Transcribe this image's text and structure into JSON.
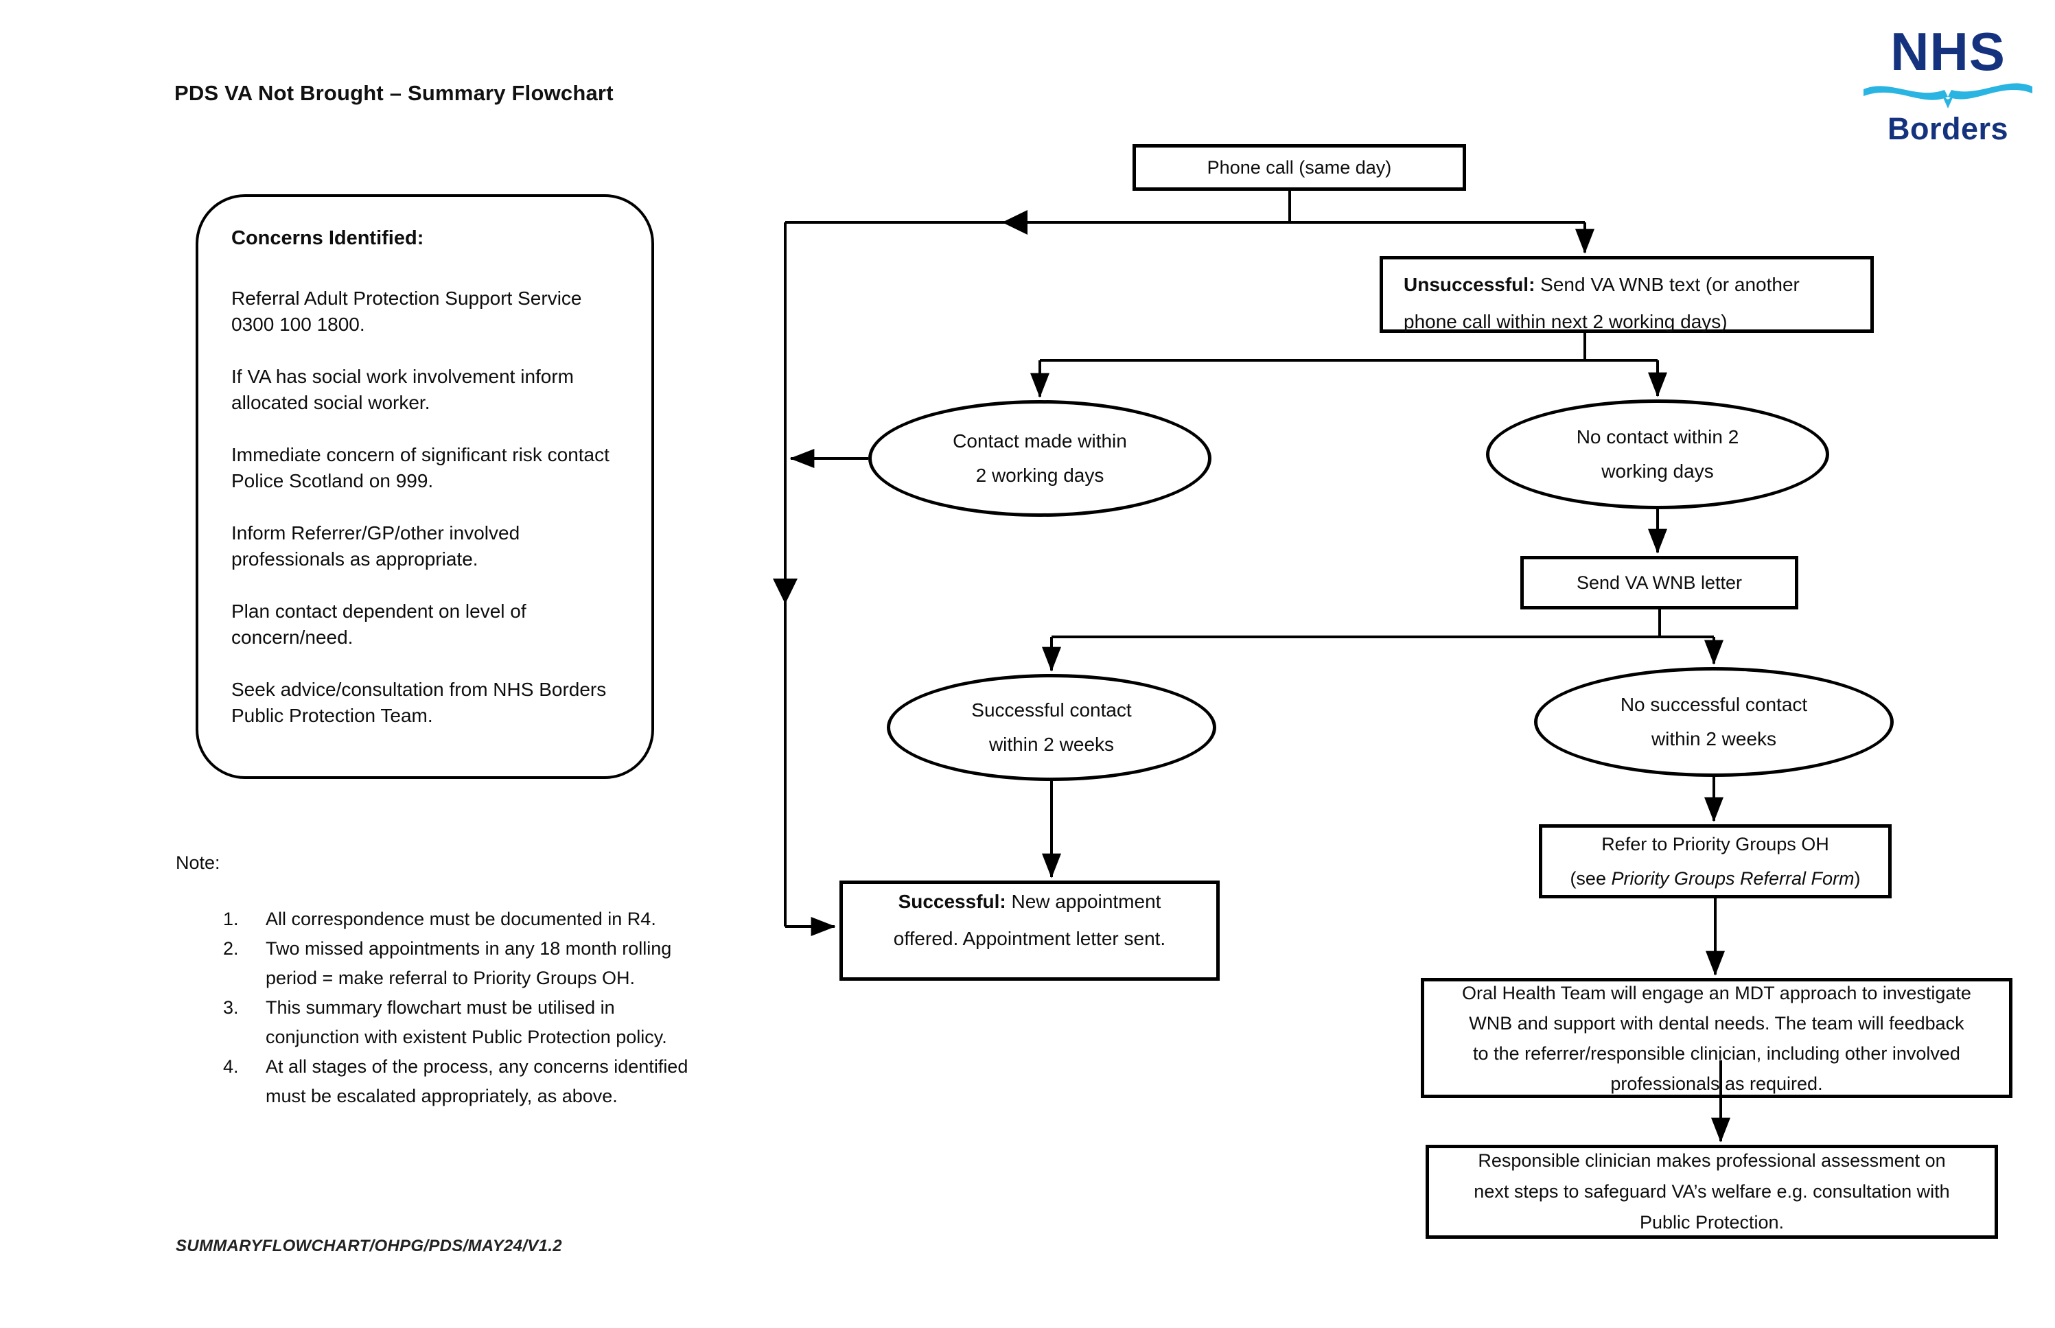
{
  "page": {
    "title": "PDS VA Not Brought – Summary Flowchart",
    "footer": "SUMMARYFLOWCHART/OHPG/PDS/MAY24/V1.2"
  },
  "logo": {
    "nhs": "NHS",
    "region": "Borders",
    "navy": "#14327e",
    "light_blue": "#2ab4e2"
  },
  "concerns": {
    "heading": "Concerns Identified:",
    "paragraphs": [
      "Referral Adult Protection Support Service 0300 100 1800.",
      "If VA has social work involvement inform allocated social worker.",
      "Immediate concern of significant risk contact Police Scotland on 999.",
      "Inform Referrer/GP/other involved professionals as appropriate.",
      "Plan contact dependent on level of concern/need.",
      "Seek advice/consultation from NHS Borders Public Protection Team."
    ]
  },
  "note": {
    "heading": "Note:",
    "markers": [
      "1.",
      "2.",
      "3.",
      "4."
    ],
    "items": [
      [
        "All correspondence must be documented in R4."
      ],
      [
        "Two missed appointments in any 18 month rolling",
        "period = make referral to Priority Groups OH."
      ],
      [
        "This summary flowchart must be utilised in",
        "conjunction with existent Public Protection policy."
      ],
      [
        "At all stages of the process, any concerns identified",
        "must be escalated appropriately, as above."
      ]
    ]
  },
  "flow": {
    "phone": {
      "label": "Phone call (same day)"
    },
    "unsuccessful": {
      "bold": "Unsuccessful:",
      "rest": " Send VA WNB text (or another",
      "line2": "phone call within next 2 working days)"
    },
    "contact_made": {
      "lines": [
        "Contact made within",
        "2 working days"
      ]
    },
    "no_contact": {
      "lines": [
        "No contact within 2",
        "working days"
      ]
    },
    "send_letter": {
      "label": "Send VA WNB letter"
    },
    "successful_contact": {
      "lines": [
        "Successful contact",
        "within 2 weeks"
      ]
    },
    "no_successful_contact": {
      "lines": [
        "No successful contact",
        "within 2 weeks"
      ]
    },
    "refer": {
      "line1": "Refer to Priority Groups OH",
      "line2_pre": "(see ",
      "line2_italic": "Priority Groups Referral Form",
      "line2_post": ")"
    },
    "successful": {
      "bold": "Successful:",
      "rest": " New appointment",
      "line2": "offered. Appointment letter sent."
    },
    "oral": {
      "lines": [
        "Oral Health Team will engage an MDT approach to investigate",
        "WNB and support with dental needs. The team will feedback",
        "to the referrer/responsible clinician, including other involved",
        "professionals as required."
      ]
    },
    "responsible": {
      "lines": [
        "Responsible clinician makes professional assessment on",
        "next steps to safeguard VA’s welfare e.g. consultation with",
        "Public Protection."
      ]
    }
  }
}
